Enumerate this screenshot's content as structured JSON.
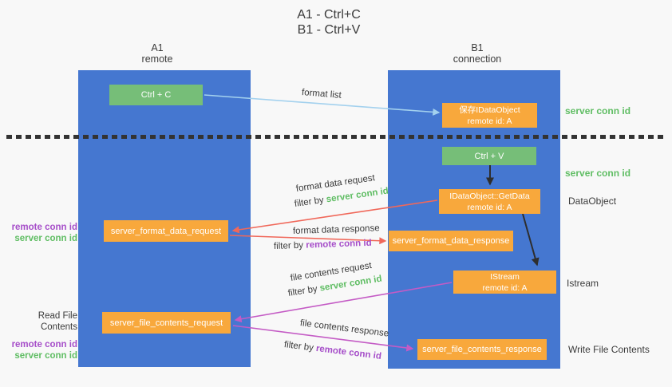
{
  "title": {
    "line1": "A1 - Ctrl+C",
    "line2": "B1 - Ctrl+V"
  },
  "lanes": {
    "a1": {
      "name": "A1",
      "subtitle": "remote"
    },
    "b1": {
      "name": "B1",
      "subtitle": "connection"
    }
  },
  "boxes": {
    "ctrl_c": "Ctrl + C",
    "ctrl_v": "Ctrl + V",
    "save_idataobject": {
      "line1": "保存IDataObject",
      "line2": "remote id: A"
    },
    "getdata": {
      "line1": "IDataObject::GetData",
      "line2": "remote id: A"
    },
    "istream": {
      "line1": "IStream",
      "line2": "remote id: A"
    },
    "format_request": "server_format_data_request",
    "format_response": "server_format_data_response",
    "file_request": "server_file_contents_request",
    "file_response": "server_file_contents_response"
  },
  "arrow_labels": {
    "format_list": "format list",
    "format_data_request": "format data request",
    "format_data_response": "format data response",
    "file_contents_request": "file contents request",
    "file_contents_response": "file contents response",
    "filter_by": "filter by ",
    "server_conn_id": "server conn id",
    "remote_conn_id": "remote conn id"
  },
  "side_labels": {
    "right": {
      "server_conn_id_top": "server conn id",
      "server_conn_id_mid": "server conn id",
      "dataobject": "DataObject",
      "istream": "Istream",
      "write_file_contents": "Write File Contents"
    },
    "left": {
      "format": {
        "remote": "remote conn id",
        "server": "server conn id"
      },
      "file": {
        "title": "Read File Contents",
        "remote": "remote conn id",
        "server": "server conn id"
      }
    }
  },
  "colors": {
    "lane_blue": "#4577D0",
    "box_green": "#76BE78",
    "box_orange": "#F8A83C",
    "arrow_blue": "#A3D1EE",
    "arrow_salmon": "#F0685A",
    "arrow_magenta": "#C45BC5",
    "arrow_black": "#2E2E2E",
    "text_dark": "#3B3B3B",
    "text_green": "#5FBD63",
    "text_purple": "#A64EC9",
    "background": "#F8F8F8",
    "divider": "#333333"
  }
}
